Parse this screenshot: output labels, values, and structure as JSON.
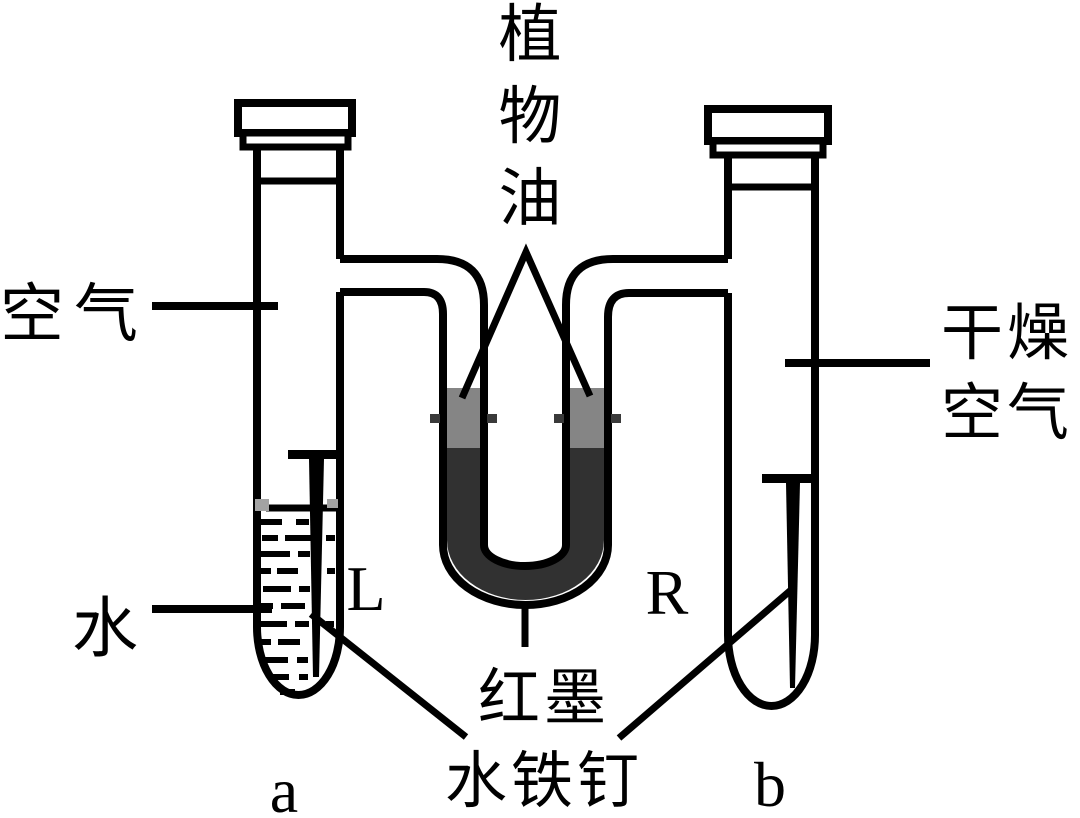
{
  "diagram": {
    "description_labels": {
      "vegetable_oil": "植\n物\n油",
      "air": "空气",
      "dry_air": "干燥\n空气",
      "water": "水",
      "red_ink_iron_nail": "红墨\n水铁钉",
      "utube_left_arm": "L",
      "utube_right_arm": "R",
      "tube_a": "a",
      "tube_b": "b"
    },
    "colors": {
      "line": "#000000",
      "background": "#ffffff",
      "oil_gray": "#858585",
      "red_ink_dark": "#313131",
      "level_mark_gray": "#a3a3a3",
      "tick_dark": "#3a3a3a"
    }
  }
}
